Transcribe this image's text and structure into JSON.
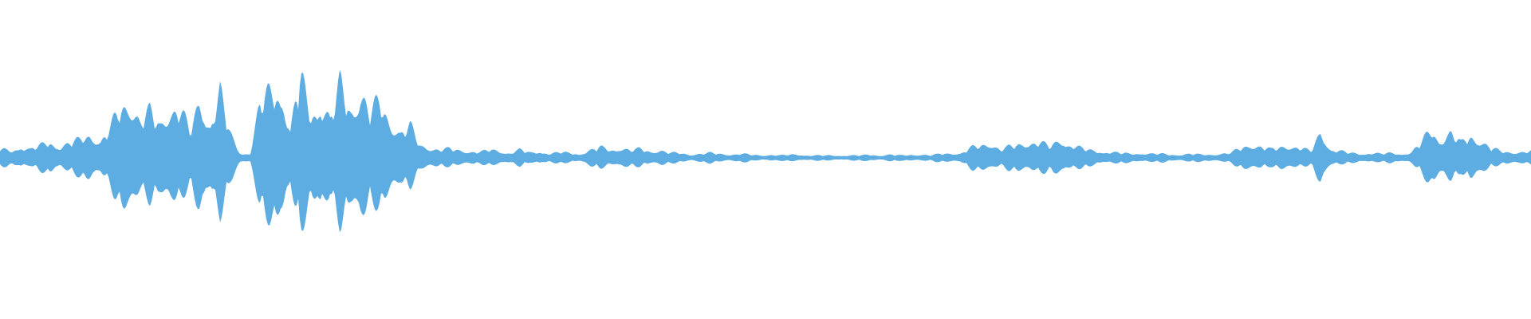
{
  "waveform": {
    "color": "#5dade2",
    "background": "#ffffff",
    "envelope": [
      0.12,
      0.08,
      0.14,
      0.1,
      0.15,
      0.2,
      0.13,
      0.18,
      0.22,
      0.3,
      0.18,
      0.35,
      0.6,
      0.7,
      0.45,
      0.55,
      0.4,
      0.62,
      0.58,
      0.32,
      0.72,
      0.4,
      0.78,
      0.3,
      0.06,
      0.05,
      0.65,
      0.82,
      0.92,
      0.3,
      1.0,
      0.55,
      0.7,
      0.45,
      0.9,
      0.62,
      0.78,
      0.55,
      0.68,
      0.45,
      0.3,
      0.38,
      0.15,
      0.12,
      0.1,
      0.11,
      0.09,
      0.08,
      0.07,
      0.1,
      0.08,
      0.06,
      0.1,
      0.06,
      0.08,
      0.05,
      0.07,
      0.06,
      0.05,
      0.09,
      0.13,
      0.1,
      0.12,
      0.09,
      0.11,
      0.08,
      0.09,
      0.06,
      0.06,
      0.04,
      0.05,
      0.06,
      0.05,
      0.04,
      0.05,
      0.04,
      0.03,
      0.04,
      0.03,
      0.04,
      0.04,
      0.03,
      0.03,
      0.03,
      0.03,
      0.03,
      0.03,
      0.04,
      0.03,
      0.04,
      0.03,
      0.04,
      0.04,
      0.03,
      0.05,
      0.06,
      0.05,
      0.12,
      0.15,
      0.18,
      0.1,
      0.14,
      0.16,
      0.2,
      0.18,
      0.14,
      0.22,
      0.16,
      0.12,
      0.09,
      0.08,
      0.07,
      0.06,
      0.05,
      0.06,
      0.05,
      0.05,
      0.04,
      0.04,
      0.05,
      0.04,
      0.04,
      0.05,
      0.06,
      0.12,
      0.16,
      0.14,
      0.1,
      0.13,
      0.15,
      0.12,
      0.08,
      0.32,
      0.1,
      0.08,
      0.06,
      0.05,
      0.06,
      0.05,
      0.06,
      0.05,
      0.06,
      0.18,
      0.35,
      0.22,
      0.3,
      0.18,
      0.28,
      0.2,
      0.12,
      0.08,
      0.07,
      0.07,
      0.08
    ]
  }
}
